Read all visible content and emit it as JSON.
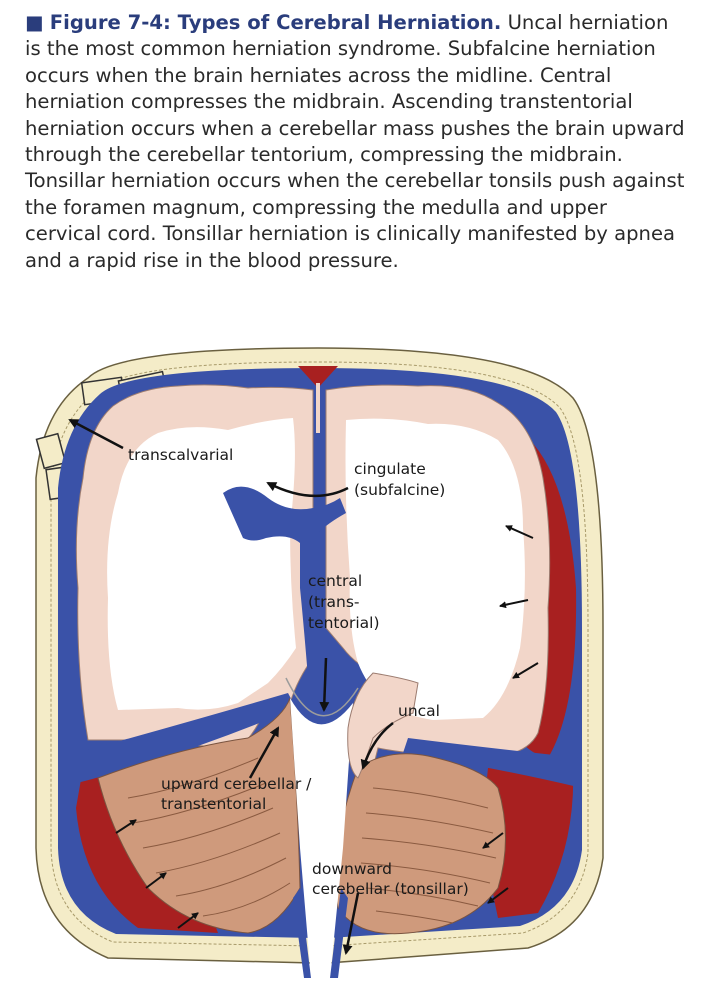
{
  "caption": {
    "marker": "■",
    "title": "Figure 7-4: Types of Cerebral Herniation.",
    "body": "Uncal herniation is the most common herniation syndrome. Subfalcine herniation occurs when the brain herniates across the midline. Central herniation compresses the midbrain. Ascending transtentorial herniation occurs when a cerebellar mass pushes the brain upward through the cerebellar tentorium, compressing the midbrain. Tonsillar herniation occurs when the cerebellar tonsils push against the foramen magnum, compressing the medulla and upper cervical cord. Tonsillar herniation is clinically manifested by apnea and a rapid rise in the blood pressure."
  },
  "labels": {
    "transcalvarial": "transcalvarial",
    "cingulate_1": "cingulate",
    "cingulate_2": "(subfalcine)",
    "central_1": "central",
    "central_2": "(trans-",
    "central_3": "tentorial)",
    "uncal": "uncal",
    "upward_1": "upward cerebellar /",
    "upward_2": "transtentorial",
    "downward_1": "downward",
    "downward_2": "cerebellar (tonsillar)"
  },
  "colors": {
    "title": "#2a3d7c",
    "skull": "#f4ecc8",
    "csf": "#3a52a8",
    "blood": "#a82020",
    "cortex": "#f2d6c9",
    "white_matter": "#ffffff",
    "cerebellum": "#cf9a7c"
  }
}
